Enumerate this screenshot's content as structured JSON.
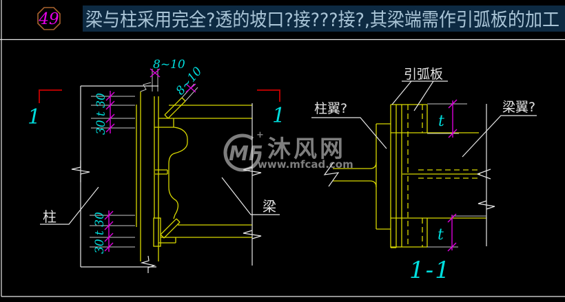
{
  "window": {
    "background": "#000000",
    "border_color": "#e6e6e6"
  },
  "header": {
    "badge": {
      "number": "49",
      "outline_color": "#a8622e",
      "text_color": "#e800e8"
    },
    "title": {
      "text": "梁与柱采用完全?透的坡口?接???接?,其梁端需作引弧板的加工",
      "color": "#a9c4d6",
      "highlight_bg": "#0d2a42"
    }
  },
  "palette": {
    "drawing_yellow": "#d9d900",
    "drawing_white": "#e8e8e8",
    "dimension_magenta": "#dd00dd",
    "text_cyan": "#00dede",
    "section_marker_red": "#b40000",
    "watermark_gray": "#9a9a9a"
  },
  "left_view": {
    "section_marker": "1",
    "root_gap_dim": "8~10",
    "flange_dim": "30 t 30",
    "column_label": "柱",
    "beam_label": "梁"
  },
  "right_view": {
    "runoff_tab_label": "引弧板",
    "column_flange_label": "柱翼?",
    "beam_flange_label": "梁翼?",
    "thickness_dim": "t",
    "section_title": "1-1"
  },
  "watermark": {
    "logo_text": "MF",
    "site_name": "沐风网",
    "site_url": "www.mfcad.com"
  }
}
